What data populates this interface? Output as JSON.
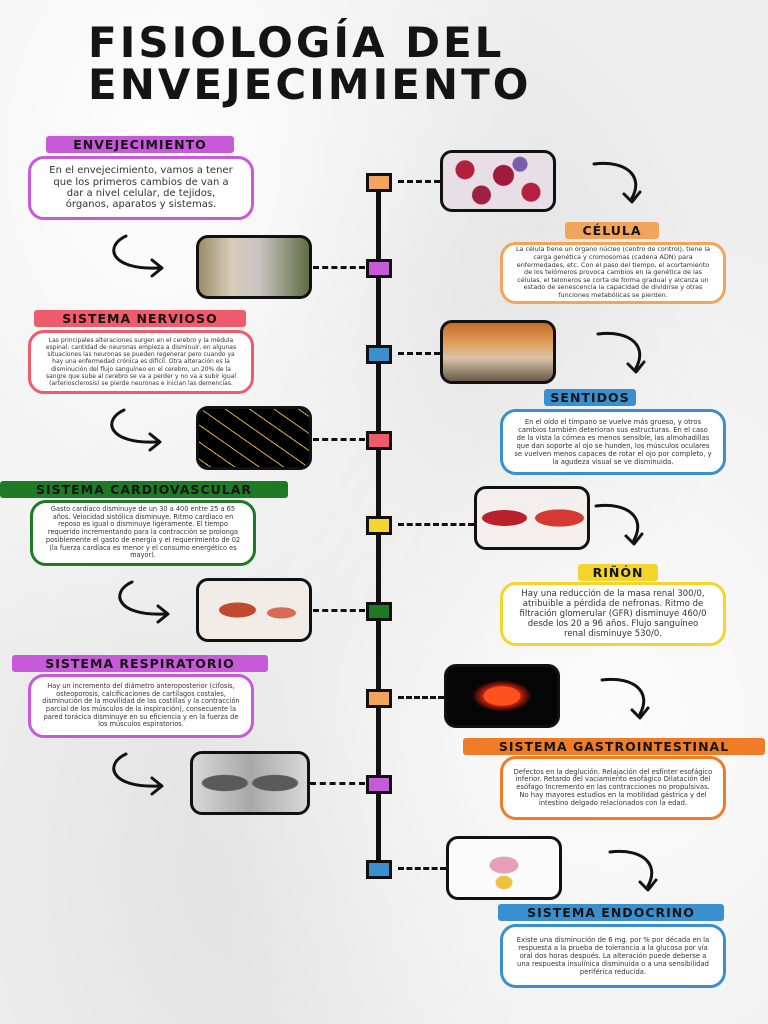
{
  "title": {
    "line1": "FISIOLOGÍA DEL",
    "line2": "ENVEJECIMIENTO"
  },
  "colors": {
    "purple": "#c65ad8",
    "orange": "#f2a55a",
    "red": "#ef5b6b",
    "blue": "#3a8fcf",
    "yellow": "#f3d52e",
    "green": "#1f7a26",
    "orange2": "#f07c28",
    "pink": "#e45fd0"
  },
  "sections": [
    {
      "id": "envejecimiento",
      "label": "ENVEJECIMIENTO",
      "text": "En el envejecimiento, vamos a tener que los primeros cambios de van a dar a nivel celular, de tejidos, órganos, aparatos y sistemas."
    },
    {
      "id": "celula",
      "label": "CÉLULA",
      "text": "La célula tiene un órgano núcleo (centro de control), tiene la carga genética y cromosomas (cadena ADN) para enfermedades, etc. Con el paso del tiempo, el acortamiento de los telómeros provoca cambios en la genética de las células, el teloneros se corta de forma gradual y alcanza un estado de senescencia la capacidad de dividirse y otras funciones metabólicas se pierden."
    },
    {
      "id": "sistema_nervioso",
      "label": "SISTEMA NERVIOSO",
      "text": "Las principales alteraciones surgen en el cerebro y la médula espinal: cantidad de neuronas empieza a disminuir, en algunas situaciones las neuronas se pueden regenerar pero cuando ya hay una enfermedad crónica es difícil. Otra alteración es la disminución del flujo sanguíneo en el cerebro, un 20% de la sangre que sube al cerebro se va a perder y no va a subir igual (arteriosclerosis) se pierde neuronas e inician las demencias."
    },
    {
      "id": "sentidos",
      "label": "SENTIDOS",
      "text": "En el oído el tímpano se vuelve más grueso, y otros cambios también deterioran sus estructuras. En el caso de la vista la córnea es menos sensible, las almohadillas que dan soporte al ojo se hunden, los músculos oculares se vuelven menos capaces de rotar el ojo por completo, y la agudeza visual se ve disminuida."
    },
    {
      "id": "sistema_cardiovascular",
      "label": "SISTEMA CARDIOVASCULAR",
      "text": "Gasto cardíaco disminuye de un 30 a 400 entre 25 a 65 años. Velocidad sistólica disminuye. Ritmo cardíaco en reposo es igual o disminuye ligeramente. El tiempo requerido incrementando para la contracción se prolonga posiblemente el gasto de energía y el requerimiento de 02 (la fuerza cardíaca es menor y el consumo energético es mayor)."
    },
    {
      "id": "rinon",
      "label": "RIÑÓN",
      "text": "Hay una reducción de la masa renal 300/0, atribuible a pérdida de nefronas. Ritmo de filtración glomerular (GFR) disminuye 460/0 desde los 20 a 96 años. Flujo sanguíneo renal disminuye 530/0."
    },
    {
      "id": "sistema_respiratorio",
      "label": "SISTEMA RESPIRATORIO",
      "text": "Hay un incremento del diámetro anteroposterior (cifosis, osteoporosis, calcificaciones de cartílagos costales, disminución de la movilidad de las costillas y la contracción parcial de los músculos de la inspiración), consecuente la pared torácica disminuye en su eficiencia y en la fuerza de los músculos espiratorios."
    },
    {
      "id": "sistema_gastrointestinal",
      "label": "SISTEMA GASTROINTESTINAL",
      "text": "Defectos en la deglución. Relajación del esfínter esofágico inferior. Retardo del vaciamiento esofágico Dilatación del esófago Incremento en las contracciones no propulsivas. No hay mayores estudios en la motilidad gástrica y del intestino delgado relacionados con la edad."
    },
    {
      "id": "sistema_endocrino",
      "label": "SISTEMA ENDOCRINO",
      "text": "Existe una disminución de 6 mg. por % por década en la respuesta a la prueba de tolerancia a la glucosa por vía oral dos horas después. La alteración puede deberse a una respuesta insulínica disminuida o a una sensibilidad periférica reducida."
    }
  ]
}
